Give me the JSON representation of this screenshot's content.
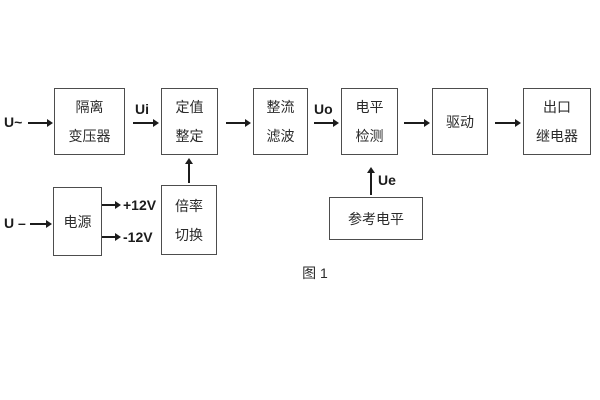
{
  "figure": {
    "caption": "图 1",
    "blocks": {
      "isolation_transformer": [
        "隔离",
        "变压器"
      ],
      "setting_adjust": [
        "定值",
        "整定"
      ],
      "rectifier_filter": [
        "整流",
        "滤波"
      ],
      "level_detect": [
        "电平",
        "检测"
      ],
      "drive": [
        "驱动"
      ],
      "output_relay": [
        "出口",
        "继电器"
      ],
      "power_supply": [
        "电源"
      ],
      "ratio_switch": [
        "倍率",
        "切换"
      ],
      "reference_level": [
        "参考电平"
      ]
    },
    "signals": {
      "input_ac": "U~",
      "input_dc": "U –",
      "ui": "Ui",
      "uo": "Uo",
      "ue": "Ue",
      "plus_12v": "+12V",
      "minus_12v": "-12V"
    },
    "colors": {
      "background": "#ffffff",
      "box_border": "#4d4d4d",
      "text": "#2b2b2b",
      "arrow": "#1c1c1c"
    }
  }
}
